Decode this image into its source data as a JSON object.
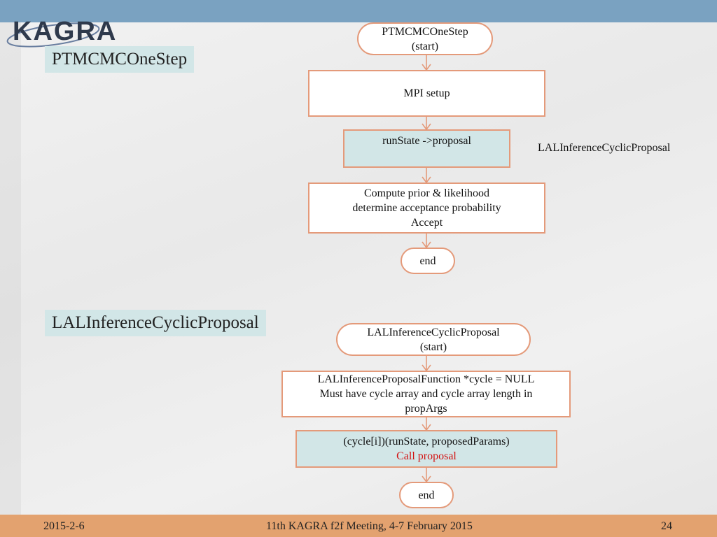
{
  "header": {
    "logo_text": "KAGRA"
  },
  "section1": {
    "title": "PTMCMCOneStep",
    "side_label": "LALInferenceCyclicProposal",
    "nodes": {
      "start": [
        "PTMCMCOneStep",
        "(start)"
      ],
      "mpi": [
        "MPI setup"
      ],
      "proposal": [
        "runState ->proposal"
      ],
      "compute": [
        "Compute prior & likelihood",
        "determine acceptance probability",
        "Accept"
      ],
      "end": [
        "end"
      ]
    }
  },
  "section2": {
    "title": "LALInferenceCyclicProposal",
    "nodes": {
      "start": [
        "LALInferenceCyclicProposal",
        "(start)"
      ],
      "cycle": [
        "LALInferenceProposalFunction *cycle = NULL",
        "Must have cycle array and cycle array length in",
        "propArgs"
      ],
      "call": [
        "(cycle[i])(runState, proposedParams)",
        "Call proposal"
      ],
      "end": [
        "end"
      ]
    }
  },
  "footer": {
    "date": "2015-2-6",
    "meeting": "11th KAGRA f2f Meeting, 4-7 February 2015",
    "page": "24"
  },
  "colors": {
    "top_bar": "#7aa2c1",
    "bottom_bar": "#e3a26f",
    "node_border": "#e49a7a",
    "highlight_fill": "#d2e6e7",
    "emphasis_text": "#d31212"
  }
}
